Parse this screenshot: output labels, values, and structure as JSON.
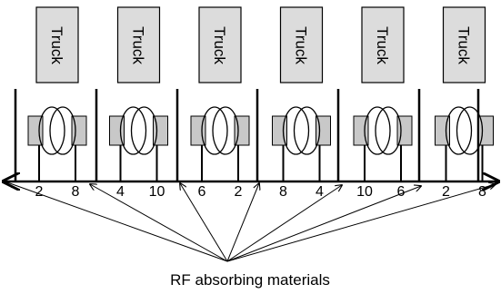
{
  "caption": "RF absorbing materials",
  "lanes": [
    {
      "truck_label": "Truck",
      "left_number": "2",
      "right_number": "8"
    },
    {
      "truck_label": "Truck",
      "left_number": "4",
      "right_number": "10"
    },
    {
      "truck_label": "Truck",
      "left_number": "6",
      "right_number": "2"
    },
    {
      "truck_label": "Truck",
      "left_number": "8",
      "right_number": "4"
    },
    {
      "truck_label": "Truck",
      "left_number": "10",
      "right_number": "6"
    },
    {
      "truck_label": "Truck",
      "left_number": "2",
      "right_number": "8"
    }
  ],
  "colors": {
    "truck_fill": "#dcdcdc",
    "reader_fill": "#c8c8c8",
    "line": "#000000"
  }
}
